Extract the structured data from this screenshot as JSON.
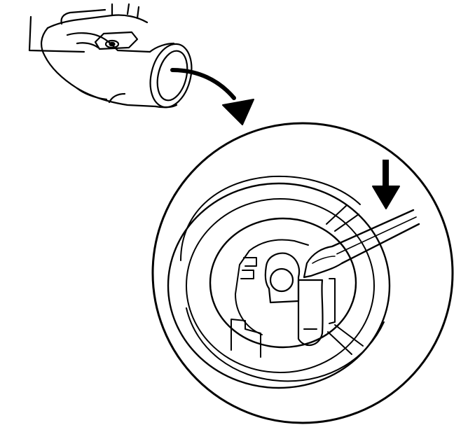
{
  "figure": {
    "kind": "line-art technical illustration",
    "colors": {
      "stroke": "#000000",
      "background": "#ffffff"
    },
    "components": {
      "housing": "steering-column-housing",
      "callout_arrow": "curved-arrow-to-detail",
      "detail_view": "magnified-circular-detail",
      "tool": "flat-blade-screwdriver",
      "direction_arrow": "downward-push-arrow"
    }
  }
}
